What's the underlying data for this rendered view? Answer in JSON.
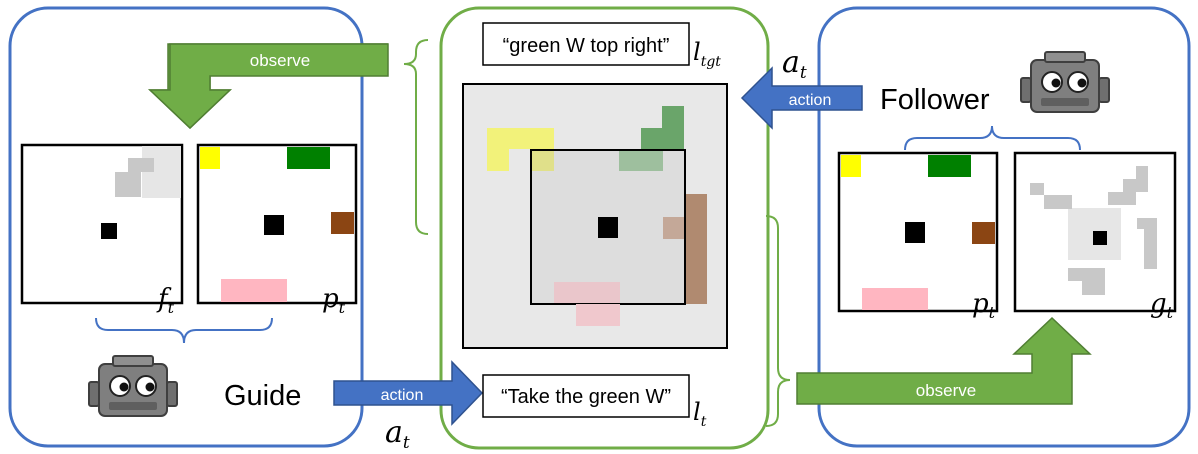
{
  "guide": {
    "name": "Guide",
    "frame_color": "#4472C4",
    "view_label_main": "f",
    "view_label_sub": "t",
    "grid_label_main": "p",
    "grid_label_sub": "t"
  },
  "follower": {
    "name": "Follower",
    "frame_color": "#4472C4",
    "grid_label_main": "p",
    "grid_label_sub": "t",
    "view_label_main": "g",
    "view_label_sub": "t"
  },
  "environment": {
    "frame_color": "#70AD47",
    "target_text": "“green W top right”",
    "target_label_main": "l",
    "target_label_sub": "tgt",
    "instruction_text": "“Take the green W”",
    "instruction_label_main": "l",
    "instruction_label_sub": "t"
  },
  "arrows": {
    "guide_observe": "observe",
    "follower_observe": "observe",
    "guide_action": "action",
    "follower_action": "action",
    "action_symbol_main": "a",
    "action_symbol_sub": "t"
  },
  "colors": {
    "observe_arrow": "#70AD47",
    "action_arrow": "#4472C4",
    "yellow_piece": "#FFFF00",
    "green_piece": "#008000",
    "brown_piece": "#8B4513",
    "pink_piece": "#FFB6C1",
    "gray_piece": "#C8C8C8"
  },
  "icons": [
    "robot-icon"
  ]
}
